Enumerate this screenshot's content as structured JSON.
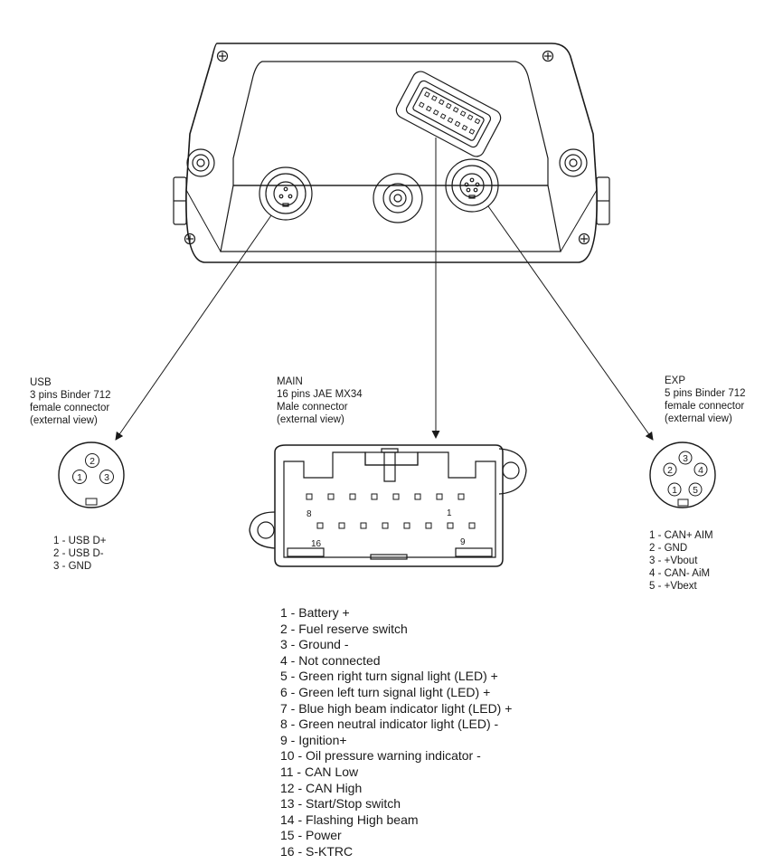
{
  "usb": {
    "title": [
      "USB",
      "3 pins Binder 712",
      "female connector",
      "(external view)"
    ],
    "pin_numbers": [
      "1",
      "2",
      "3"
    ],
    "pins": [
      "1 - USB D+",
      "2 - USB D-",
      "3 - GND"
    ]
  },
  "main": {
    "title": [
      "MAIN",
      "16 pins JAE MX34",
      "Male connector",
      "(external view)"
    ],
    "corner_labels": [
      "8",
      "1",
      "16",
      "9"
    ],
    "pins": [
      "1 - Battery +",
      "2 - Fuel reserve switch",
      "3 - Ground -",
      "4 - Not connected",
      "5 - Green right turn signal light (LED) +",
      "6 - Green left turn signal light (LED) +",
      "7 - Blue high beam indicator light (LED) +",
      "8 - Green neutral indicator light (LED) -",
      "9 - Ignition+",
      "10 - Oil pressure warning indicator -",
      "11 - CAN Low",
      "12 - CAN High",
      "13 - Start/Stop switch",
      "14 - Flashing High beam",
      "15 - Power",
      "16 - S-KTRC"
    ]
  },
  "exp": {
    "title": [
      "EXP",
      "5 pins Binder 712",
      "female connector",
      "(external view)"
    ],
    "pin_numbers": [
      "1",
      "2",
      "3",
      "4",
      "5"
    ],
    "pins": [
      "1 - CAN+ AIM",
      "2 - GND",
      "3 - +Vbout",
      "4 - CAN- AiM",
      "5 - +Vbext"
    ]
  }
}
